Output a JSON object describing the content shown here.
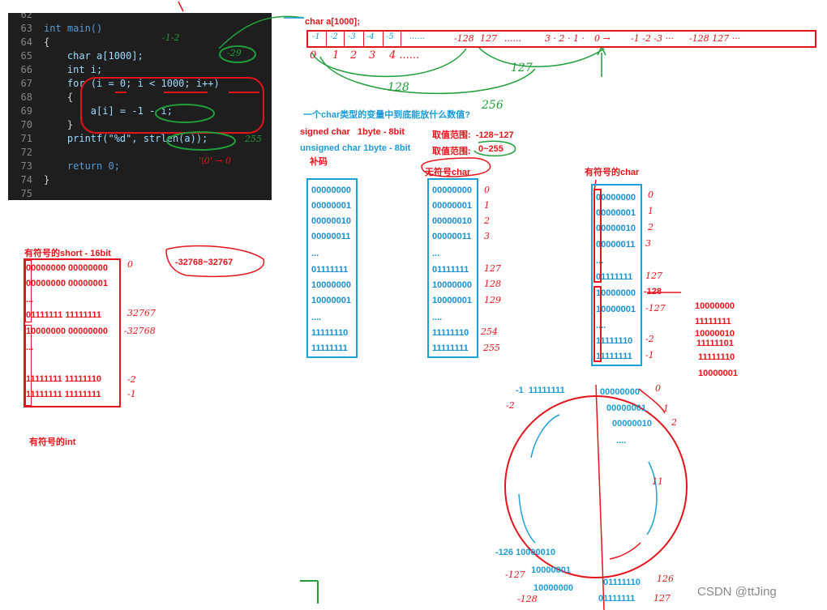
{
  "code": {
    "lines": [
      {
        "num": "62",
        "text": ""
      },
      {
        "num": "63",
        "text": "int main()"
      },
      {
        "num": "64",
        "text": "{"
      },
      {
        "num": "65",
        "text": "    char a[1000];"
      },
      {
        "num": "66",
        "text": "    int i;"
      },
      {
        "num": "67",
        "text": "    for (i = 0; i < 1000; i++)"
      },
      {
        "num": "68",
        "text": "    {"
      },
      {
        "num": "69",
        "text": "        a[i] = -1 - i;"
      },
      {
        "num": "70",
        "text": "    }"
      },
      {
        "num": "71",
        "text": "    printf(\"%d\", strlen(a));"
      },
      {
        "num": "72",
        "text": ""
      },
      {
        "num": "73",
        "text": "    return 0;"
      },
      {
        "num": "74",
        "text": "}"
      },
      {
        "num": "75",
        "text": ""
      }
    ],
    "notes": {
      "minus_one_minus_two": "-1-2",
      "minus_twenty_nine": "-29",
      "two_five_five": "255",
      "slash_zero_to_zero": "'\\0' → 0"
    }
  },
  "array": {
    "title": "char a[1000];",
    "cells": [
      "-1",
      "-2",
      "-3",
      "-4",
      "-5",
      "......",
      "-128",
      "127",
      "......",
      "3 · 2 · 1 ·",
      "0 →",
      "-1 -2 -3 ···",
      "-128 127 ···"
    ],
    "indices": [
      "0",
      "1",
      "2",
      "3",
      "4 ......"
    ],
    "notes": {
      "n128": "128",
      "n127": "127",
      "n256": "256"
    }
  },
  "question": "一个char类型的变量中到底能放什么数值?",
  "signed_char": {
    "label": "signed char   1byte - 8bit",
    "range_label": "取值范围:  -128~127"
  },
  "unsigned_char": {
    "label": "unsigned char 1byte - 8bit",
    "range_label": "取值范围:",
    "range_value": "0~255"
  },
  "complement_label": "补码",
  "unsigned_char_title": "无符号char",
  "signed_char_title": "有符号的char",
  "short": {
    "title": "有符号的short - 16bit",
    "range": "-32768~32767",
    "rows": [
      "00000000 00000000",
      "00000000 00000001",
      "...",
      "01111111 11111111",
      "10000000 00000000",
      "...",
      "",
      "11111111 11111110",
      "11111111 11111111"
    ],
    "notes": [
      "0",
      "32767",
      "-32768",
      "-2",
      "-1"
    ]
  },
  "int_title": "有符号的int",
  "binary_list_1": [
    "00000000",
    "00000001",
    "00000010",
    "00000011",
    "...",
    "01111111",
    "10000000",
    "10000001",
    "....",
    "11111110",
    "11111111"
  ],
  "binary_list_2": [
    "00000000",
    "00000001",
    "00000010",
    "00000011",
    "...",
    "01111111",
    "10000000",
    "10000001",
    "....",
    "11111110",
    "11111111"
  ],
  "binary_list_2_notes": [
    "0",
    "1",
    "2",
    "3",
    "127",
    "128",
    "129",
    "254",
    "255"
  ],
  "binary_list_3": [
    "00000000",
    "00000001",
    "00000010",
    "00000011",
    "...",
    "01111111",
    "10000000",
    "10000001",
    "....",
    "11111110",
    "11111111"
  ],
  "binary_list_3_notes": [
    "0",
    "1",
    "2",
    "3",
    "127",
    "-128",
    "-127",
    "-2",
    "-1"
  ],
  "right_column": [
    "10000000",
    "11111111",
    "10000010",
    "11111101",
    "11111110",
    "10000001"
  ],
  "circle": {
    "top": [
      "-1  11111111",
      "00000000",
      "00000001",
      "00000010",
      "....",
      "0",
      "1",
      "2"
    ],
    "bottom_left": [
      "-126 10000010",
      "-127",
      "10000001",
      "10000000",
      "-128"
    ],
    "bottom_right": [
      "01111110",
      "01111111",
      "126",
      "127"
    ],
    "side_left": "-2",
    "side_right": "11"
  },
  "watermark": "CSDN @ttJing"
}
